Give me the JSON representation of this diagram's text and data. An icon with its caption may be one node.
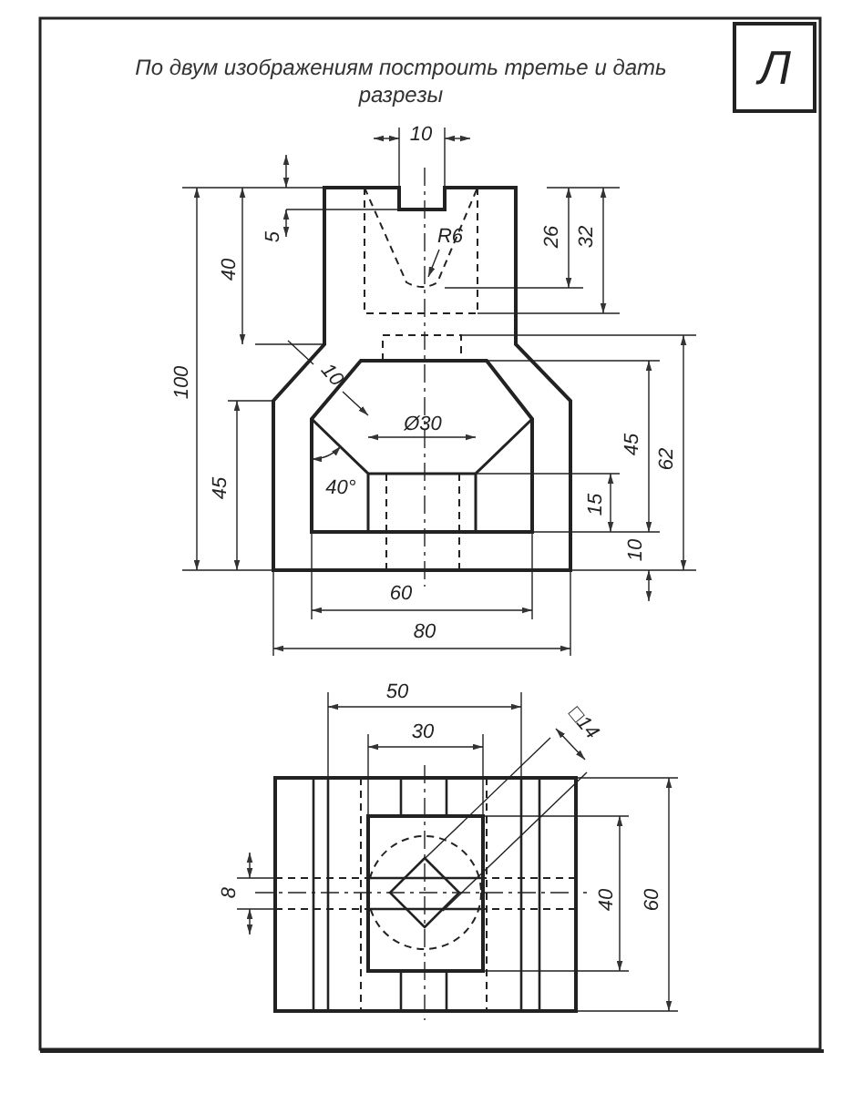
{
  "diagram": {
    "title": "По двум изображениям построить третье и дать разрезы",
    "nodes": [
      {
        "text": [
          "Л"
        ]
      }
    ],
    "labels": [
      "10",
      "5",
      "40",
      "26",
      "32",
      "R6",
      "100",
      "10",
      "Ø30",
      "62",
      "45",
      "40°",
      "15",
      "10",
      "45",
      "60",
      "80",
      "50",
      "30",
      "□14",
      "8",
      "40",
      "60"
    ]
  }
}
